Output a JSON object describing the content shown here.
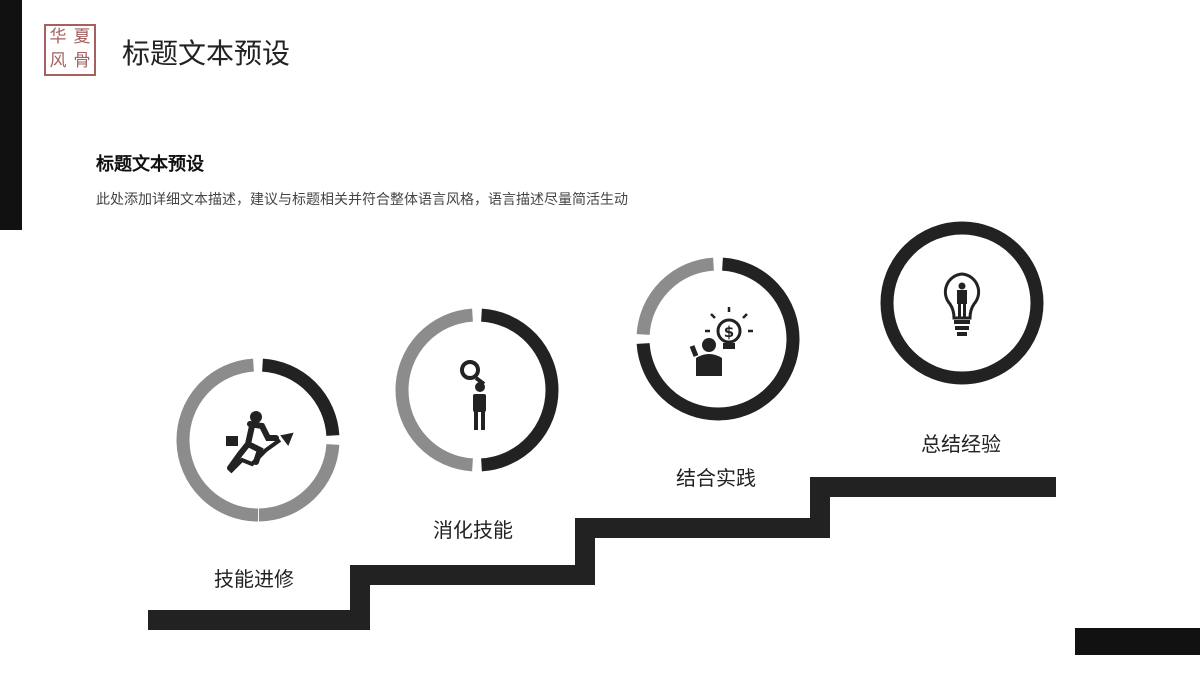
{
  "logo": {
    "chars": [
      "华",
      "夏",
      "风",
      "骨"
    ]
  },
  "header": {
    "title": "标题文本预设"
  },
  "content": {
    "subtitle": "标题文本预设",
    "description": "此处添加详细文本描述，建议与标题相关并符合整体语言风格，语言描述尽量简活生动"
  },
  "steps": [
    {
      "label": "技能进修",
      "icon": "running-businessman-icon",
      "progress": 0.25
    },
    {
      "label": "消化技能",
      "icon": "magnifier-businessman-icon",
      "progress": 0.5
    },
    {
      "label": "结合实践",
      "icon": "idea-dollar-businessman-icon",
      "progress": 0.75
    },
    {
      "label": "总结经验",
      "icon": "lightbulb-businessman-icon",
      "progress": 1.0
    }
  ],
  "colors": {
    "dark": "#222222",
    "gray": "#8c8c8c",
    "seal": "#a5605f"
  }
}
